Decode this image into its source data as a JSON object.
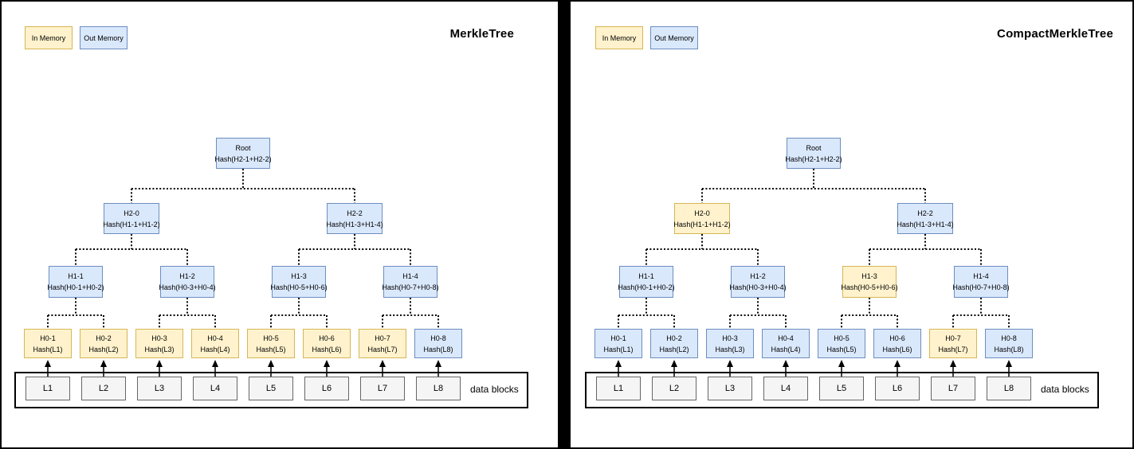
{
  "panels": [
    {
      "title": "MerkleTree",
      "legend": {
        "in_memory": "In Memory",
        "out_memory": "Out Memory"
      },
      "data_blocks_label": "data blocks",
      "nodes": [
        {
          "id": "root",
          "name": "Root",
          "hash": "Hash(H2-1+H2-2)",
          "memory": "out"
        },
        {
          "id": "h2-0",
          "name": "H2-0",
          "hash": "Hash(H1-1+H1-2)",
          "memory": "out"
        },
        {
          "id": "h2-2",
          "name": "H2-2",
          "hash": "Hash(H1-3+H1-4)",
          "memory": "out"
        },
        {
          "id": "h1-1",
          "name": "H1-1",
          "hash": "Hash(H0-1+H0-2)",
          "memory": "out"
        },
        {
          "id": "h1-2",
          "name": "H1-2",
          "hash": "Hash(H0-3+H0-4)",
          "memory": "out"
        },
        {
          "id": "h1-3",
          "name": "H1-3",
          "hash": "Hash(H0-5+H0-6)",
          "memory": "out"
        },
        {
          "id": "h1-4",
          "name": "H1-4",
          "hash": "Hash(H0-7+H0-8)",
          "memory": "out"
        },
        {
          "id": "h0-1",
          "name": "H0-1",
          "hash": "Hash(L1)",
          "memory": "in"
        },
        {
          "id": "h0-2",
          "name": "H0-2",
          "hash": "Hash(L2)",
          "memory": "in"
        },
        {
          "id": "h0-3",
          "name": "H0-3",
          "hash": "Hash(L3)",
          "memory": "in"
        },
        {
          "id": "h0-4",
          "name": "H0-4",
          "hash": "Hash(L4)",
          "memory": "in"
        },
        {
          "id": "h0-5",
          "name": "H0-5",
          "hash": "Hash(L5)",
          "memory": "in"
        },
        {
          "id": "h0-6",
          "name": "H0-6",
          "hash": "Hash(L6)",
          "memory": "in"
        },
        {
          "id": "h0-7",
          "name": "H0-7",
          "hash": "Hash(L7)",
          "memory": "in"
        },
        {
          "id": "h0-8",
          "name": "H0-8",
          "hash": "Hash(L8)",
          "memory": "out"
        }
      ],
      "data_blocks": [
        "L1",
        "L2",
        "L3",
        "L4",
        "L5",
        "L6",
        "L7",
        "L8"
      ]
    },
    {
      "title": "CompactMerkleTree",
      "legend": {
        "in_memory": "In Memory",
        "out_memory": "Out Memory"
      },
      "data_blocks_label": "data blocks",
      "nodes": [
        {
          "id": "root",
          "name": "Root",
          "hash": "Hash(H2-1+H2-2)",
          "memory": "out"
        },
        {
          "id": "h2-0",
          "name": "H2-0",
          "hash": "Hash(H1-1+H1-2)",
          "memory": "in"
        },
        {
          "id": "h2-2",
          "name": "H2-2",
          "hash": "Hash(H1-3+H1-4)",
          "memory": "out"
        },
        {
          "id": "h1-1",
          "name": "H1-1",
          "hash": "Hash(H0-1+H0-2)",
          "memory": "out"
        },
        {
          "id": "h1-2",
          "name": "H1-2",
          "hash": "Hash(H0-3+H0-4)",
          "memory": "out"
        },
        {
          "id": "h1-3",
          "name": "H1-3",
          "hash": "Hash(H0-5+H0-6)",
          "memory": "in"
        },
        {
          "id": "h1-4",
          "name": "H1-4",
          "hash": "Hash(H0-7+H0-8)",
          "memory": "out"
        },
        {
          "id": "h0-1",
          "name": "H0-1",
          "hash": "Hash(L1)",
          "memory": "out"
        },
        {
          "id": "h0-2",
          "name": "H0-2",
          "hash": "Hash(L2)",
          "memory": "out"
        },
        {
          "id": "h0-3",
          "name": "H0-3",
          "hash": "Hash(L3)",
          "memory": "out"
        },
        {
          "id": "h0-4",
          "name": "H0-4",
          "hash": "Hash(L4)",
          "memory": "out"
        },
        {
          "id": "h0-5",
          "name": "H0-5",
          "hash": "Hash(L5)",
          "memory": "out"
        },
        {
          "id": "h0-6",
          "name": "H0-6",
          "hash": "Hash(L6)",
          "memory": "out"
        },
        {
          "id": "h0-7",
          "name": "H0-7",
          "hash": "Hash(L7)",
          "memory": "in"
        },
        {
          "id": "h0-8",
          "name": "H0-8",
          "hash": "Hash(L8)",
          "memory": "out"
        }
      ],
      "data_blocks": [
        "L1",
        "L2",
        "L3",
        "L4",
        "L5",
        "L6",
        "L7",
        "L8"
      ]
    }
  ],
  "colors": {
    "in_memory_fill": "#FFF2CC",
    "in_memory_border": "#D6B656",
    "out_memory_fill": "#DAE8FC",
    "out_memory_border": "#6C8EBF",
    "data_block_fill": "#F5F5F5",
    "data_block_border": "#666666",
    "connector": "#000000"
  }
}
